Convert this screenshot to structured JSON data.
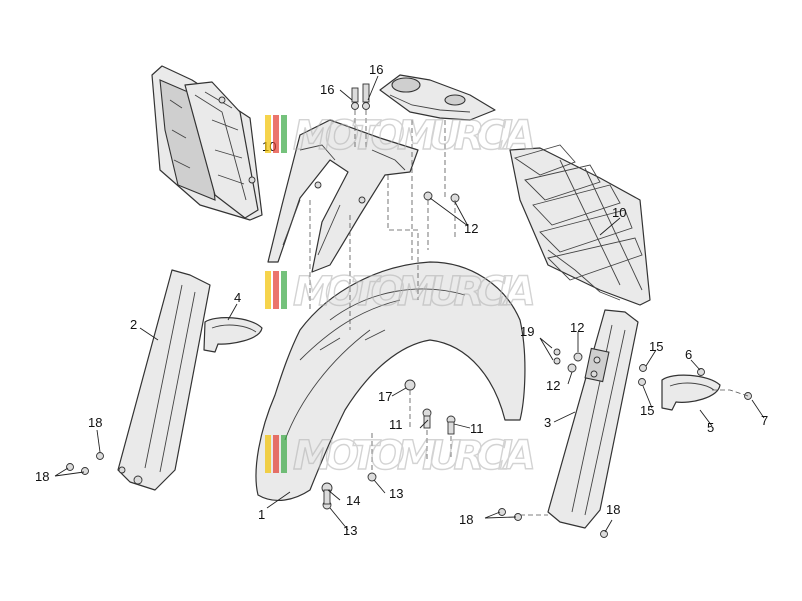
{
  "diagram": {
    "callouts": {
      "c1": "1",
      "c2": "2",
      "c3": "3",
      "c4": "4",
      "c5": "5",
      "c6": "6",
      "c7": "7",
      "c10a": "10",
      "c10b": "10",
      "c11a": "11",
      "c11b": "11",
      "c12a": "12",
      "c12b": "12",
      "c12c": "12",
      "c13a": "13",
      "c13b": "13",
      "c14": "14",
      "c15a": "15",
      "c15b": "15",
      "c16a": "16",
      "c16b": "16",
      "c17": "17",
      "c18a": "18",
      "c18b": "18",
      "c18c": "18",
      "c18d": "18",
      "c19": "19"
    },
    "watermark": {
      "text": "MOTOMURCIA",
      "colors": [
        "#f2c200",
        "#e23b2e",
        "#3aa845"
      ]
    }
  }
}
